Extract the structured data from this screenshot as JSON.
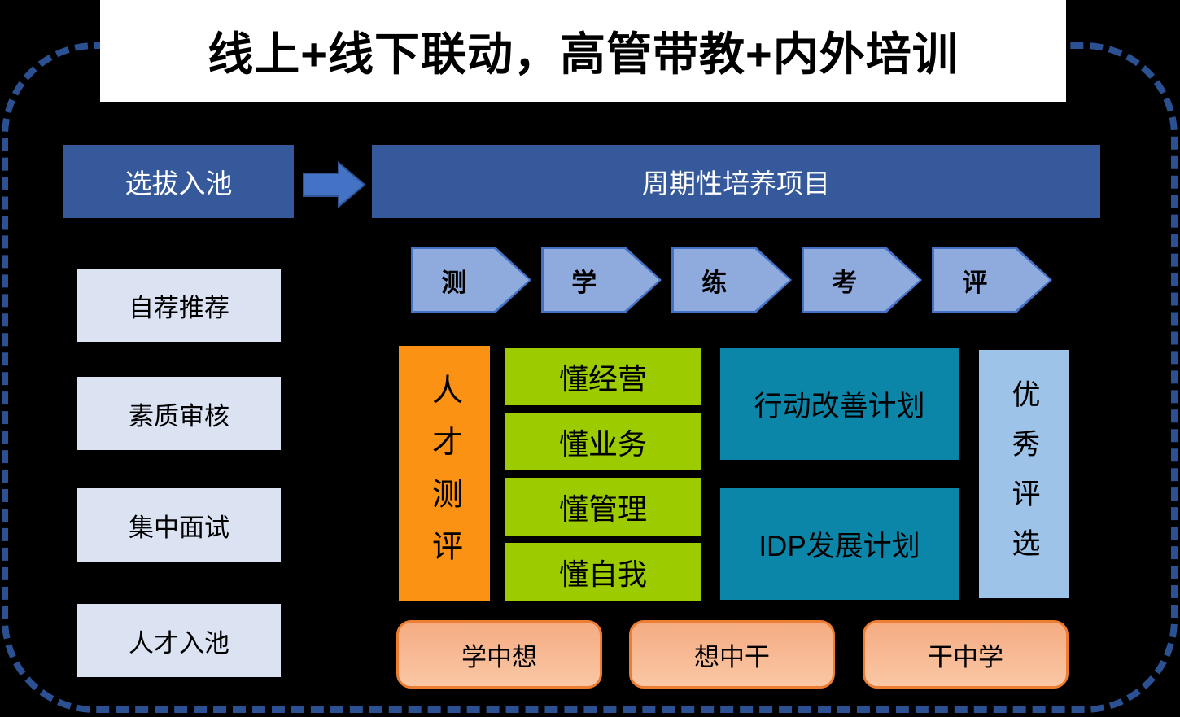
{
  "title": "线上+线下联动，高管带教+内外培训",
  "selection": {
    "header": "选拔入池",
    "steps": [
      "自荐推荐",
      "素质审核",
      "集中面试",
      "人才入池"
    ]
  },
  "program": {
    "header": "周期性培养项目",
    "phases": [
      "测",
      "学",
      "练",
      "考",
      "评"
    ],
    "assessment": "人才测评",
    "competencies": [
      "懂经营",
      "懂业务",
      "懂管理",
      "懂自我"
    ],
    "plans": [
      "行动改善计划",
      "IDP发展计划"
    ],
    "award": "优秀评选",
    "learning_cycle": [
      "学中想",
      "想中干",
      "干中学"
    ]
  },
  "icons": {
    "flow_arrow": "right-block-arrow",
    "phase_shape": "right-chevron"
  },
  "colors": {
    "background": "#000000",
    "dashed_frame": "#2B5193",
    "title_bg": "#FFFFFF",
    "title_text": "#000000",
    "header_blue": "#35599A",
    "arrow_fill": "#4472C4",
    "arrow_stroke": "#2F5597",
    "chevron_fill": "#8FAADC",
    "chevron_border": "#4472C4",
    "step_fill": "#DBE3F3",
    "assessment_orange": "#FB9214",
    "competency_green": "#9CCB00",
    "plan_teal": "#0C86A8",
    "award_light_blue": "#9DC3E8",
    "cycle_fill": "#F8BE9B",
    "cycle_border": "#ED7D31"
  }
}
